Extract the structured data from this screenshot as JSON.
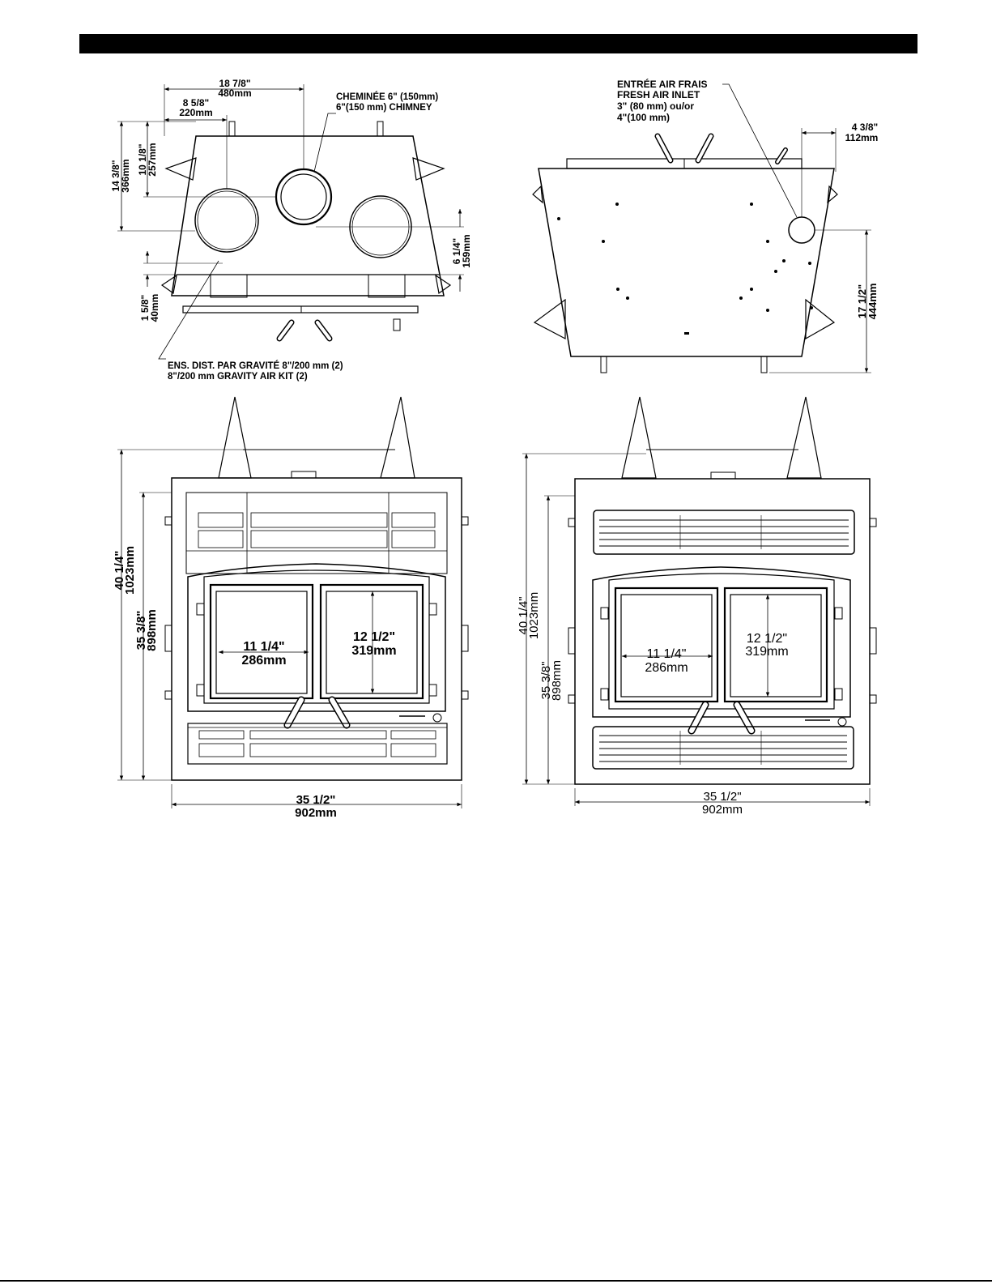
{
  "labels": {
    "top_w_in": "18  7/8\"",
    "top_w_mm": "480mm",
    "top_off_in": "8  5/8\"",
    "top_off_mm": "220mm",
    "chimney_fr": "CHEMINÉE 6\" (150mm)",
    "chimney_en": "6\"(150 mm) CHIMNEY",
    "depth1_in": "14  3/8\"",
    "depth1_mm": "366mm",
    "depth2_in": "10  1/8\"",
    "depth2_mm": "257mm",
    "rear_in": "6  1/4\"",
    "rear_mm": "159mm",
    "front_in": "1  5/8\"",
    "front_mm": "40mm",
    "gravity_fr": "ENS. DIST. PAR GRAVITÉ 8\"/200 mm (2)",
    "gravity_en": "8\"/200 mm GRAVITY AIR KIT (2)",
    "fresh_fr": "ENTRÉE AIR FRAIS",
    "fresh_en": "FRESH AIR INLET",
    "fresh_size1": "3\" (80 mm) ou/or",
    "fresh_size2": "4\"(100 mm)",
    "inlet_off_in": "4  3/8\"",
    "inlet_off_mm": "112mm",
    "inlet_depth_in": "17  1/2\"",
    "inlet_depth_mm": "444mm",
    "lf_height_in": "40  1/4\"",
    "lf_height_mm": "1023mm",
    "lf_inner_in": "35  3/8\"",
    "lf_inner_mm": "898mm",
    "lf_glass_w_in": "11  1/4\"",
    "lf_glass_w_mm": "286mm",
    "lf_glass_h_in": "12  1/2\"",
    "lf_glass_h_mm": "319mm",
    "lf_width_in": "35  1/2\"",
    "lf_width_mm": "902mm",
    "rf_height_in": "40 1/4\"",
    "rf_height_mm": "1023mm",
    "rf_inner_in": "35 3/8\"",
    "rf_inner_mm": "898mm",
    "rf_glass_w_in": "11  1/4\"",
    "rf_glass_w_mm": "286mm",
    "rf_glass_h_in": "12  1/2\"",
    "rf_glass_h_mm": "319mm",
    "rf_width_in": "35  1/2\"",
    "rf_width_mm": "902mm"
  },
  "colors": {
    "ink": "#000000",
    "paper": "#ffffff",
    "mesh": "#9a9a9a"
  }
}
